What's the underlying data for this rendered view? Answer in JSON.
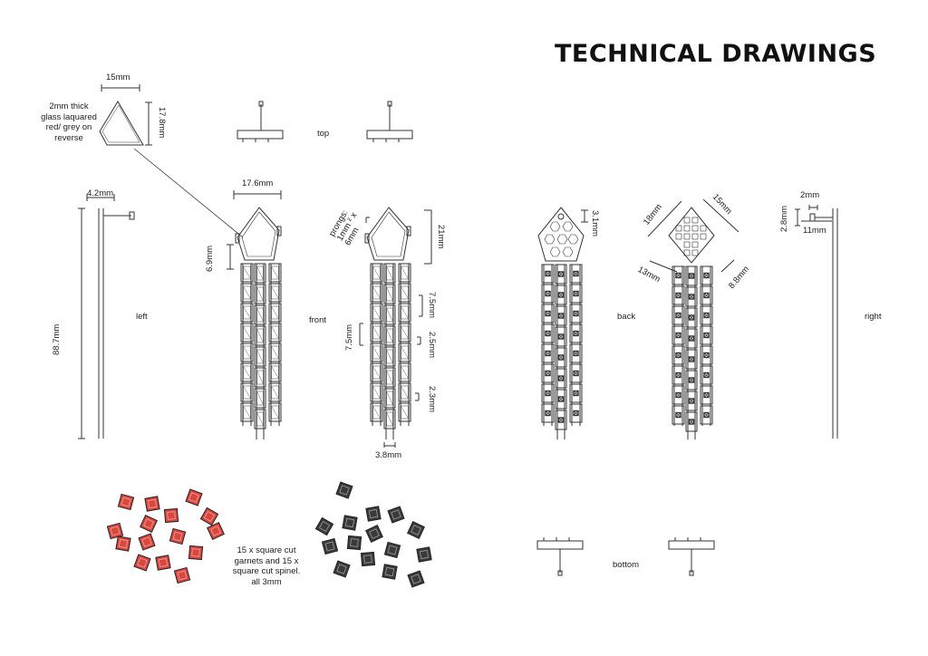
{
  "title": "TECHNICAL DRAWINGS",
  "views": {
    "top": "top",
    "left": "left",
    "front": "front",
    "back": "back",
    "right": "right",
    "bottom": "bottom"
  },
  "glass_note": "2mm thick glass laquared red/ grey on reverse",
  "stones_note": "15 x square cut garnets and 15 x square cut spinel. all 3mm",
  "prongs_note": "prongs: 1mm ² x 6mm",
  "dimensions": {
    "glass_width": "15mm",
    "glass_height": "17.8mm",
    "left_width": "4.2mm",
    "left_length": "88.7mm",
    "front_width": "17.6mm",
    "front_side": "6.9mm",
    "front_21": "21mm",
    "front_75_a": "7.5mm",
    "front_75_b": "7.5mm",
    "front_25": "2.5mm",
    "front_23": "2.3mm",
    "front_38": "3.8mm",
    "back_31": "3.1mm",
    "back_18": "18mm",
    "back_15": "15mm",
    "back_13": "13mm",
    "back_88": "8.8mm",
    "right_2": "2mm",
    "right_28": "2.8mm",
    "right_11": "11mm"
  },
  "colors": {
    "garnet": "#d9473f",
    "spinel": "#3a3a3a",
    "line": "#333333"
  },
  "stones": {
    "garnet_count": 15,
    "spinel_count": 15
  }
}
